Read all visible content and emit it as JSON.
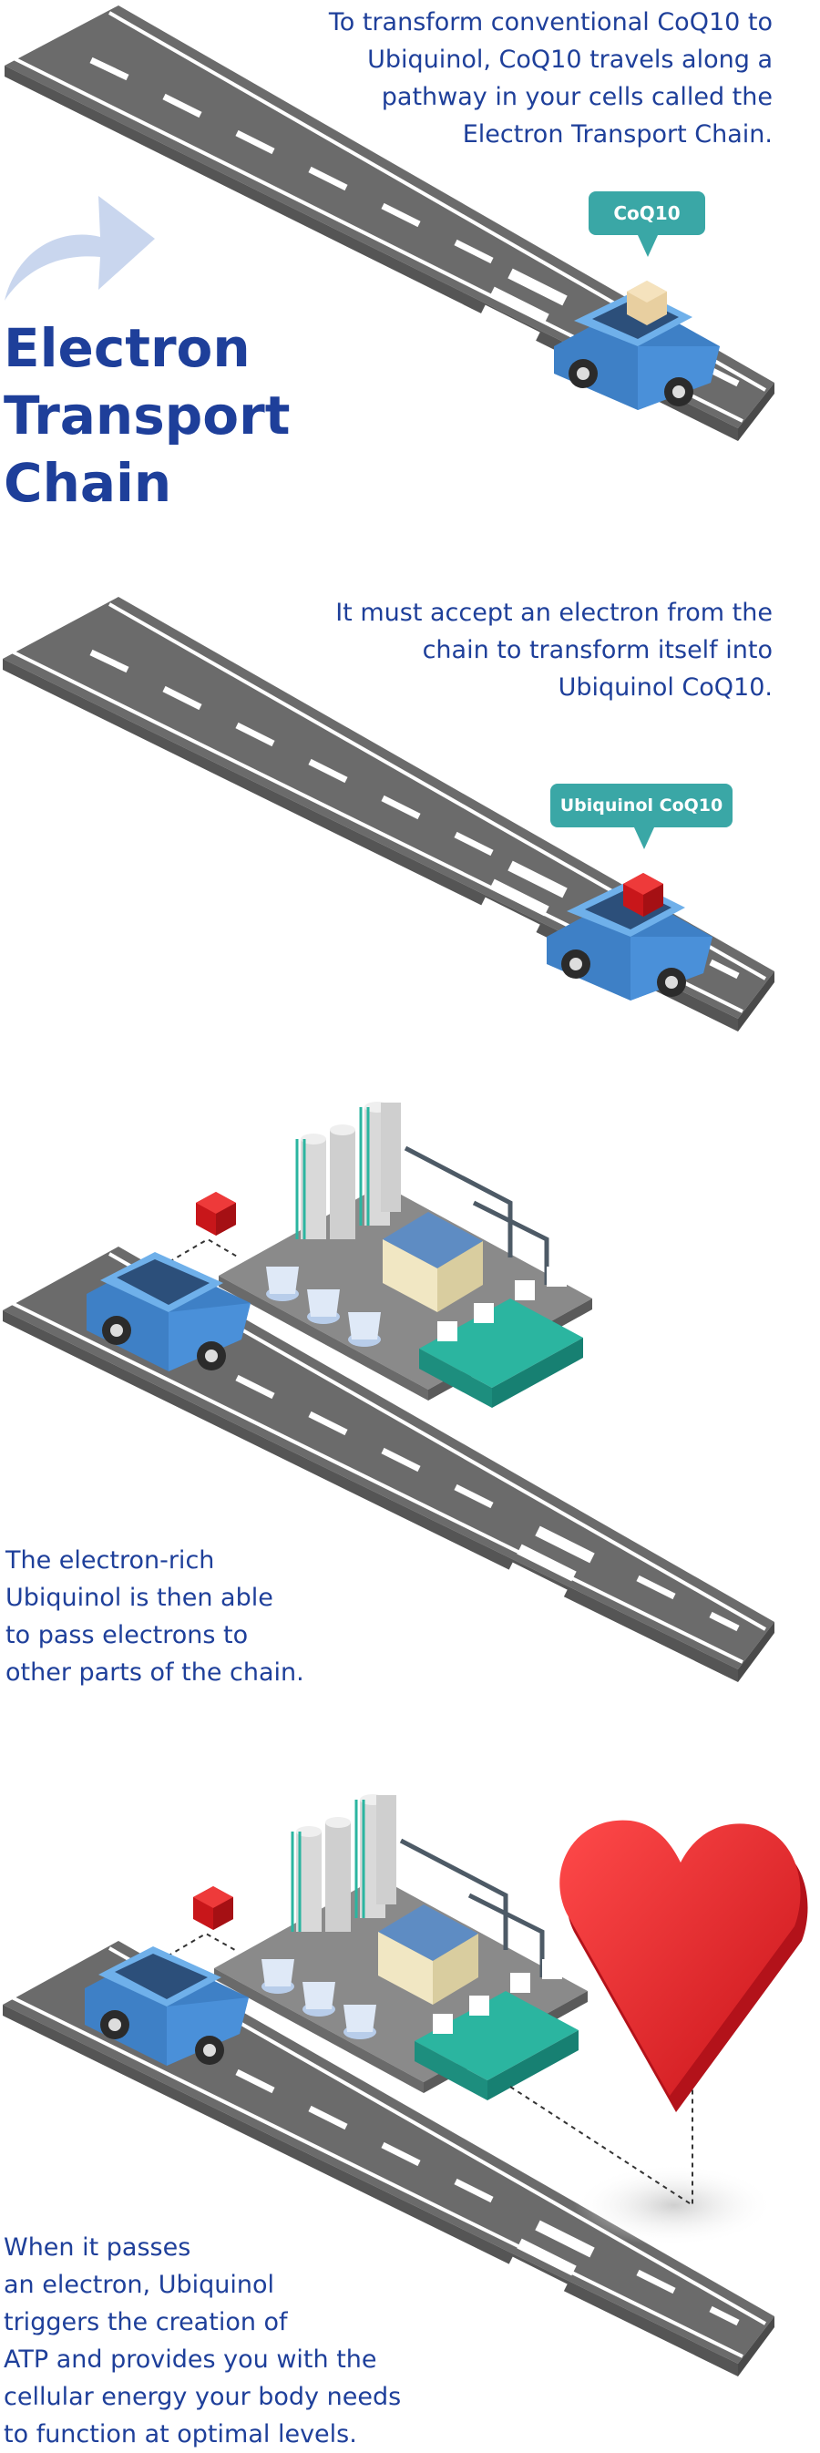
{
  "section1": {
    "title_line1": "Electron",
    "title_line2": "Transport Chain",
    "caption_lines": [
      "To transform conventional CoQ10 to",
      "Ubiquinol, CoQ10 travels along a",
      "pathway in your cells called the",
      "Electron Transport Chain."
    ],
    "car_label": "CoQ10"
  },
  "section2": {
    "caption_lines": [
      "It must accept an electron from the",
      "chain to transform itself into",
      "Ubiquinol CoQ10."
    ],
    "car_label": "Ubiquinol CoQ10"
  },
  "section3": {
    "caption_lines": [
      "The electron-rich",
      "Ubiquinol is then able",
      "to pass electrons to",
      "other parts of the chain."
    ]
  },
  "section4": {
    "caption_lines": [
      "When it passes",
      "an electron, Ubiquinol",
      "triggers the creation of",
      "ATP and provides you with the",
      "cellular energy your body needs",
      "to function at optimal levels."
    ]
  },
  "colors": {
    "text": "#1e3f9a",
    "road": "#6b6b6b",
    "car": "#4a90d9",
    "bubble": "#3aa7a6",
    "electron": "#d81e1e",
    "heart": "#e41f1f",
    "arrow": "#c9d6ee"
  }
}
